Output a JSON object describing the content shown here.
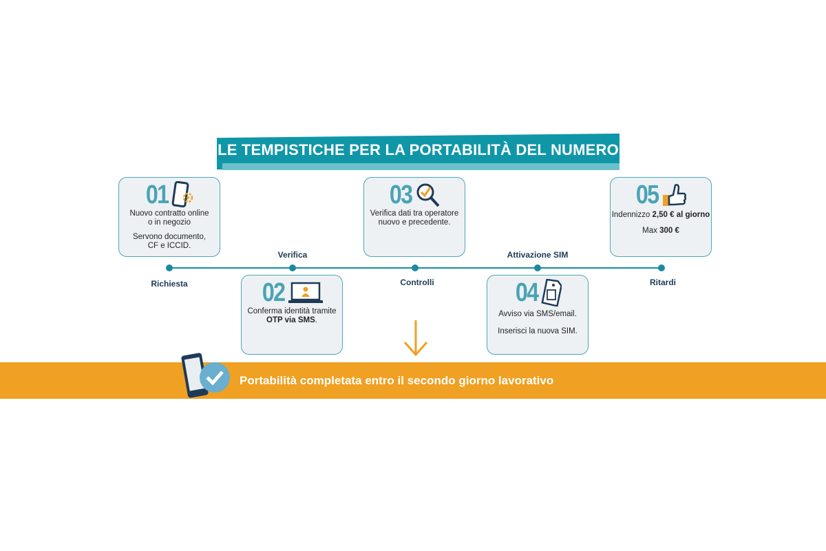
{
  "title": "LE TEMPISTICHE PER LA PORTABILITÀ DEL NUMERO",
  "steps": [
    {
      "num": "01",
      "icon": "phone-gear-icon",
      "lines": [
        "Nuovo contratto online",
        "o in negozio"
      ],
      "extra": [
        "Servono documento,",
        "CF e ICCID."
      ]
    },
    {
      "num": "02",
      "icon": "laptop-user-icon",
      "text": "Conferma identità tramite",
      "bold": "OTP via SMS",
      "after": "."
    },
    {
      "num": "03",
      "icon": "magnifier-check-icon",
      "lines": [
        "Verifica dati tra operatore",
        "nuovo e precedente."
      ]
    },
    {
      "num": "04",
      "icon": "sim-card-icon",
      "lines": [
        "Avviso via SMS/email."
      ],
      "extra": [
        "Inserisci la nuova SIM."
      ]
    },
    {
      "num": "05",
      "icon": "thumbs-up-icon",
      "text": "Indennizzo ",
      "bold": "2,50 € al giorno",
      "max_label": "Max ",
      "max_bold": "300 €"
    }
  ],
  "timeline": [
    "Richiesta",
    "Verifica",
    "Controlli",
    "Attivazione SIM",
    "Ritardi"
  ],
  "footer": {
    "text": "Portabilità completata entro il secondo giorno lavorativo",
    "icon": "phone-check-icon"
  },
  "colors": {
    "teal": "#0f97a8",
    "orange": "#f0a022",
    "navy": "#1e3a56",
    "box_bg": "#edf1f4"
  }
}
